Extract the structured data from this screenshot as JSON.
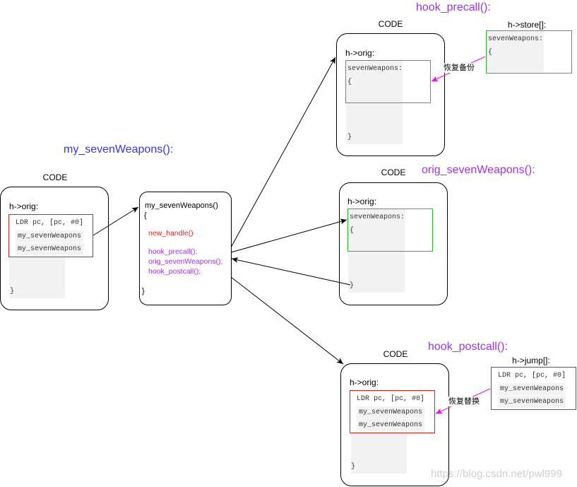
{
  "titles": {
    "my_sevenWeapons": "my_sevenWeapons():",
    "hook_precall": "hook_precall():",
    "orig_sevenWeapons": "orig_sevenWeapons():",
    "hook_postcall": "hook_postcall():"
  },
  "left_block": {
    "code_label": "CODE",
    "orig_label": "h->orig:",
    "instructions": [
      "LDR pc, [pc, #0]",
      "my_sevenWeapons",
      "my_sevenWeapons"
    ],
    "close_brace": "}"
  },
  "main_function": {
    "signature": "my_sevenWeapons()",
    "open_brace": "{",
    "lines": [
      "new_handle()",
      "hook_precall();",
      "orig_sevenWeapons();",
      "hook_postcall();"
    ],
    "close_brace": "}"
  },
  "precall_block": {
    "code_label": "CODE",
    "orig_label": "h->orig:",
    "body": [
      "sevenWeapons:",
      "{"
    ],
    "close_brace": "}",
    "store": {
      "label": "h->store[]:",
      "body": [
        "sevenWeapons:",
        "{"
      ]
    },
    "arrow_label": "恢复备份"
  },
  "orig_block": {
    "code_label": "CODE",
    "orig_label": "h->orig:",
    "body": [
      "sevenWeapons:",
      "{"
    ],
    "close_brace": "}"
  },
  "postcall_block": {
    "code_label": "CODE",
    "orig_label": "h->orig:",
    "instructions": [
      "LDR pc, [pc, #0]",
      "my_sevenWeapons",
      "my_sevenWeapons"
    ],
    "close_brace": "}",
    "jump": {
      "label": "h->jump[]:",
      "instructions": [
        "LDR pc, [pc, #0]",
        "my_sevenWeapons",
        "my_sevenWeapons"
      ]
    },
    "arrow_label": "恢复替换"
  },
  "watermark": "https://blog.csdn.net/pwl999",
  "colors": {
    "title_blue": "#3333ff",
    "hook_purple": "#9933ff",
    "handler_red": "#ee2222",
    "frame_red": "#e02020",
    "frame_green": "#22c022",
    "arrow_magenta": "#ff00ff",
    "code_fill": "#f2f2f2"
  }
}
